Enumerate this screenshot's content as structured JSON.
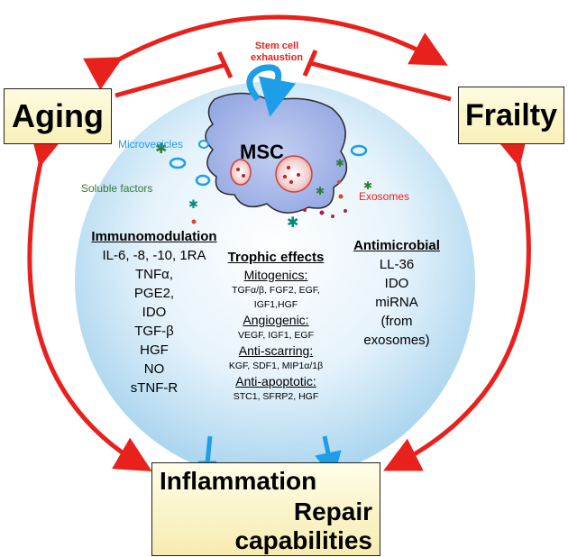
{
  "boxes": {
    "aging": "Aging",
    "frailty": "Frailty",
    "inflammation": "Inflammation",
    "repair": "Repair",
    "capabilities": "capabilities"
  },
  "labels": {
    "stem_cell_line1": "Stem cell",
    "stem_cell_line2": "exhaustion",
    "msc": "MSC",
    "microvesicles": "Microvesicles",
    "soluble_factors": "Soluble factors",
    "exosomes": "Exosomes"
  },
  "immunomodulation": {
    "title": "Immunomodulation",
    "items": [
      "IL-6, -8, -10, 1RA",
      "TNFα,",
      "PGE2,",
      "IDO",
      "TGF-β",
      "HGF",
      "NO",
      "sTNF-R"
    ]
  },
  "trophic": {
    "title": "Trophic effects",
    "groups": [
      {
        "heading": "Mitogenics:",
        "lines": [
          "TGFα/β, FGF2, EGF,",
          "IGF1,HGF"
        ]
      },
      {
        "heading": "Angiogenic:",
        "lines": [
          "VEGF, IGF1, EGF"
        ]
      },
      {
        "heading": "Anti-scarring:",
        "lines": [
          "KGF, SDF1, MIP1α/1β"
        ]
      },
      {
        "heading": "Anti-apoptotic:",
        "lines": [
          "STC1, SFRP2, HGF"
        ]
      }
    ]
  },
  "antimicrobial": {
    "title": "Antimicrobial",
    "items": [
      "LL-36",
      "IDO",
      "miRNA",
      "(from",
      "exosomes)"
    ]
  },
  "colors": {
    "arrow_red": "#e8211c",
    "arrow_blue": "#1e9ee6",
    "sphere_center": "#ffffff",
    "sphere_edge": "#a8d4ee",
    "msc_fill": "#a6b8ea",
    "box_fill": "#f8f0b8"
  }
}
